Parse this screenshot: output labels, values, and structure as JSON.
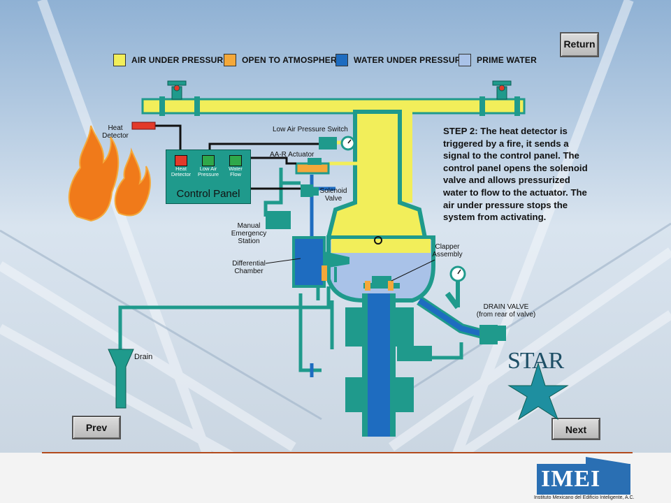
{
  "buttons": {
    "return": "Return",
    "prev": "Prev",
    "next": "Next"
  },
  "legend": [
    {
      "label": "AIR UNDER PRESSURE",
      "color": "#f2ee5a"
    },
    {
      "label": "OPEN TO ATMOSPHERE",
      "color": "#f4a83a"
    },
    {
      "label": "WATER UNDER PRESSURE",
      "color": "#1e6cc0"
    },
    {
      "label": "PRIME WATER",
      "color": "#a9c2e8"
    }
  ],
  "colors": {
    "air": "#f2ee5a",
    "pipe": "#1f9a8c",
    "water": "#1e6cc0",
    "prime": "#a9c2e8",
    "open": "#f4a83a"
  },
  "labels": {
    "heat_detector_line1": "Heat",
    "heat_detector_line2": "Detector",
    "low_air_switch": "Low Air Pressure Switch",
    "aar_actuator": "AA-R Actuator",
    "solenoid_line1": "Solenoid",
    "solenoid_line2": "Valve",
    "manual_line1": "Manual",
    "manual_line2": "Emergency",
    "manual_line3": "Station",
    "differential_line1": "Differential",
    "differential_line2": "Chamber",
    "clapper_line1": "Clapper",
    "clapper_line2": "Assembly",
    "drain_valve_line1": "DRAIN VALVE",
    "drain_valve_line2": "(from rear of valve)",
    "drain": "Drain"
  },
  "control_panel": {
    "title": "Control Panel",
    "indicators": [
      {
        "line1": "Heat",
        "line2": "Detector",
        "color": "#e23a2a"
      },
      {
        "line1": "Low Air",
        "line2": "Pressure",
        "color": "#2fa84a"
      },
      {
        "line1": "Water",
        "line2": "Flow",
        "color": "#2fa84a"
      }
    ]
  },
  "step_text": "STEP 2: The heat detector is triggered by a fire, it sends a signal to the control panel. The control panel opens the solenoid valve and allows pressurized water to flow to the actuator. The air under pressure stops the system from activating.",
  "star_logo": "STAR",
  "imei": {
    "name": "IMEI",
    "subtitle": "Instituto Mexicano del Edificio Inteligente, A.C."
  }
}
